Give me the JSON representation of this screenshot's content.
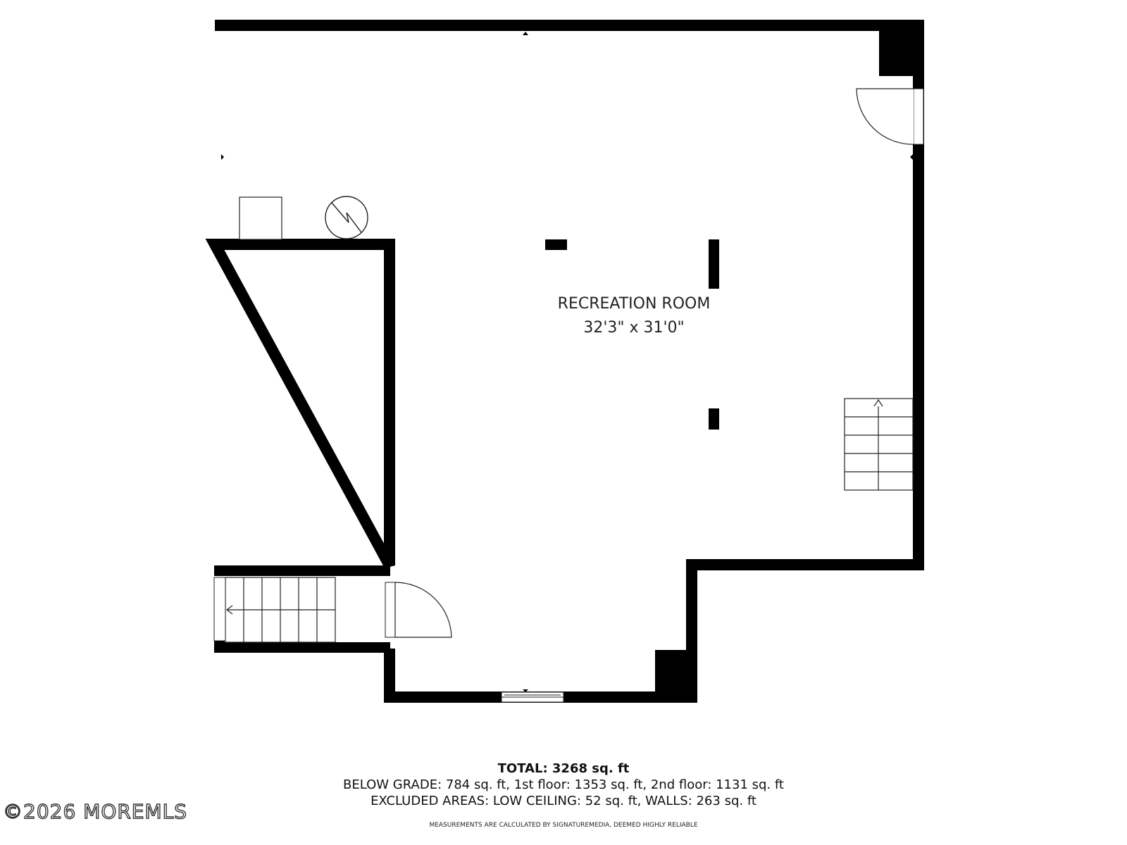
{
  "room": {
    "name": "RECREATION ROOM",
    "dimensions": "32'3\" x 31'0\""
  },
  "summary": {
    "total": "TOTAL: 3268 sq. ft",
    "breakdown": "BELOW GRADE: 784 sq. ft, 1st floor: 1353 sq. ft, 2nd floor: 1131 sq. ft",
    "excluded": "EXCLUDED AREAS: LOW CEILING: 52 sq. ft, WALLS: 263 sq. ft"
  },
  "disclaimer": "MEASUREMENTS ARE CALCULATED BY SIGNATUREMEDIA, DEEMED HIGHLY RELIABLE",
  "watermark": "©2026 MOREMLS",
  "colors": {
    "wall": "#000000",
    "background": "#ffffff",
    "line": "#222222"
  }
}
